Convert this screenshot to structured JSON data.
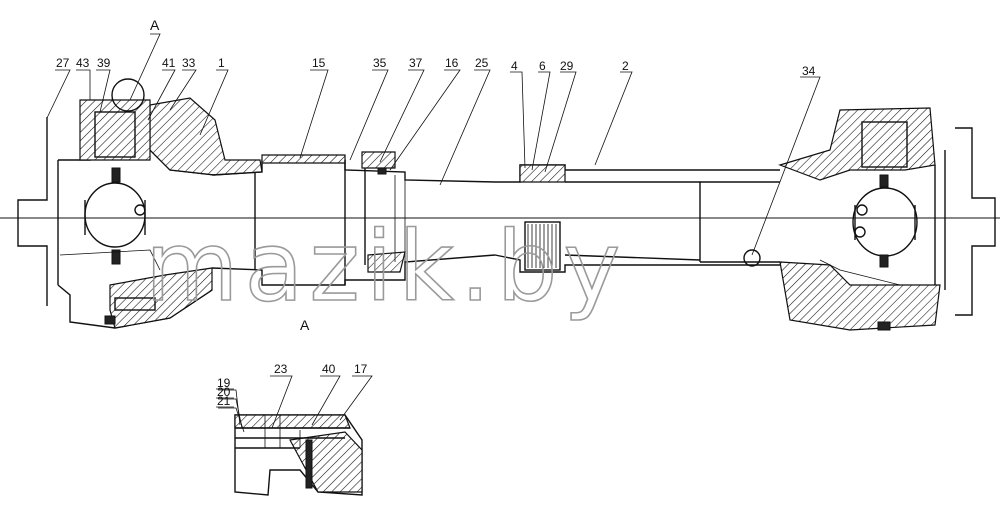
{
  "watermark": "mazik.by",
  "view_labels": [
    "A",
    "A"
  ],
  "callouts": [
    {
      "id": "27",
      "label": "27"
    },
    {
      "id": "43",
      "label": "43"
    },
    {
      "id": "39",
      "label": "39"
    },
    {
      "id": "41",
      "label": "41"
    },
    {
      "id": "33",
      "label": "33"
    },
    {
      "id": "1",
      "label": "1"
    },
    {
      "id": "15",
      "label": "15"
    },
    {
      "id": "35",
      "label": "35"
    },
    {
      "id": "37",
      "label": "37"
    },
    {
      "id": "16",
      "label": "16"
    },
    {
      "id": "25",
      "label": "25"
    },
    {
      "id": "4",
      "label": "4"
    },
    {
      "id": "6",
      "label": "6"
    },
    {
      "id": "29",
      "label": "29"
    },
    {
      "id": "2",
      "label": "2"
    },
    {
      "id": "34",
      "label": "34"
    }
  ],
  "detail_callouts": [
    {
      "id": "19",
      "label": "19"
    },
    {
      "id": "20",
      "label": "20"
    },
    {
      "id": "21",
      "label": "21"
    },
    {
      "id": "23",
      "label": "23"
    },
    {
      "id": "40",
      "label": "40"
    },
    {
      "id": "17",
      "label": "17"
    }
  ]
}
